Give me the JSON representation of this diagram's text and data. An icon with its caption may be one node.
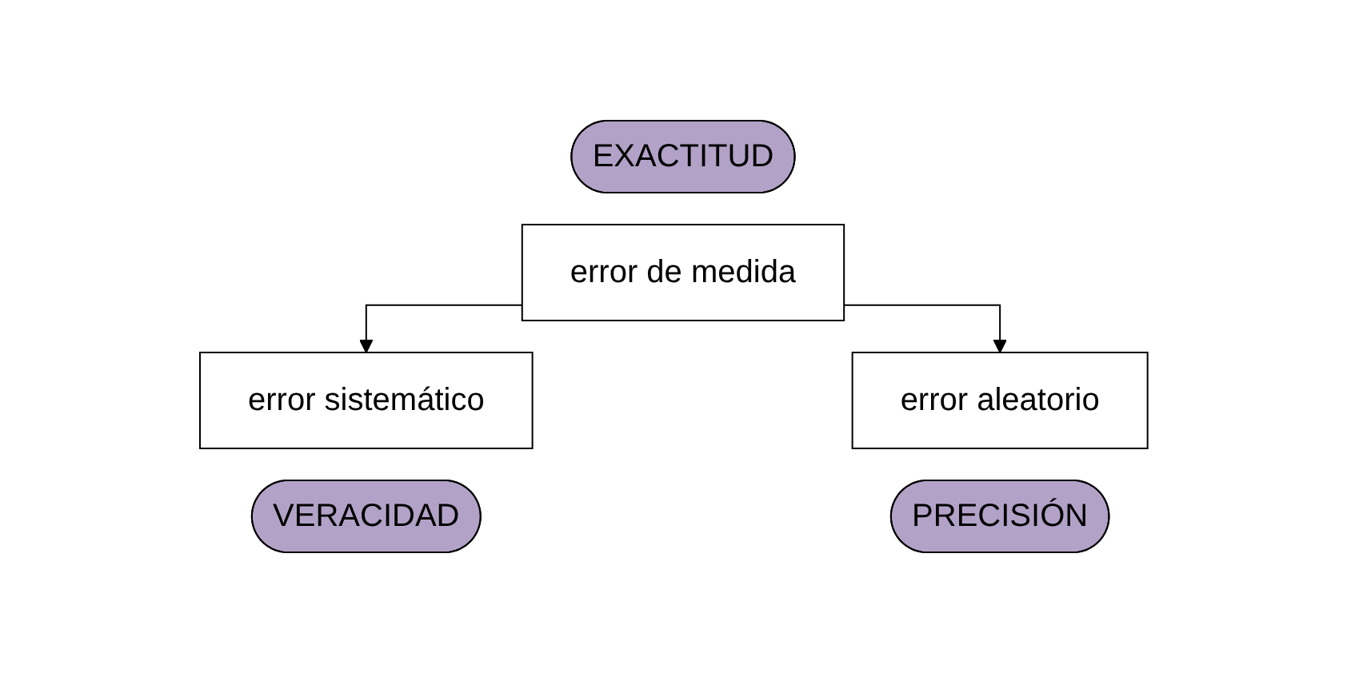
{
  "diagram": {
    "nodes": [
      {
        "text": [
          "EXACTITUD"
        ]
      },
      {
        "text": [
          "error de medida"
        ]
      },
      {
        "text": [
          "error sistemático"
        ]
      },
      {
        "text": [
          "VERACIDAD"
        ]
      },
      {
        "text": [
          "error aleatorio"
        ]
      },
      {
        "text": [
          "PRECISIÓN"
        ]
      }
    ],
    "edges": [
      {
        "from": 1,
        "to": 2,
        "arrow": "to"
      },
      {
        "from": 1,
        "to": 4,
        "arrow": "to"
      }
    ]
  }
}
